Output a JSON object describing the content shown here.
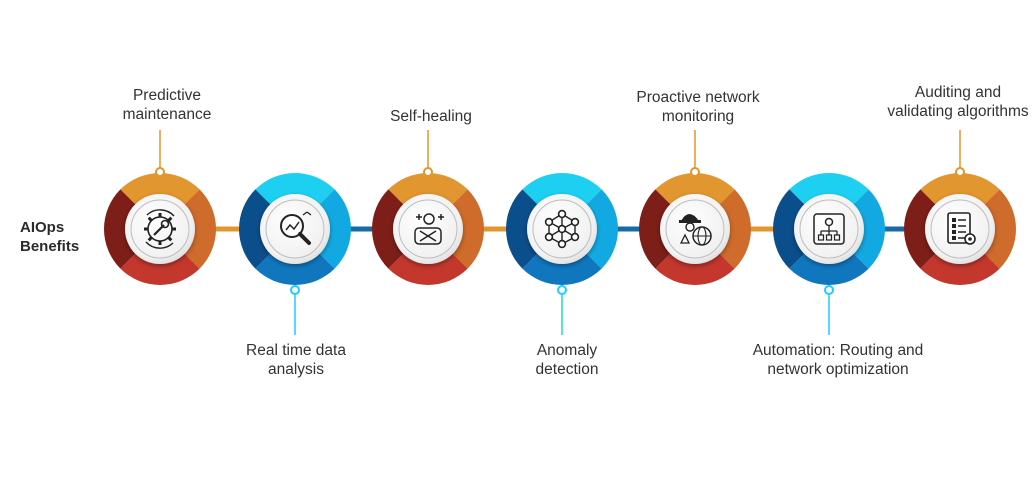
{
  "title": [
    "AIOps",
    "Benefits"
  ],
  "colors": {
    "warm_top": "#E1962F",
    "warm_right": "#CF6B2B",
    "warm_bottom": "#C3372D",
    "warm_left": "#7D1E18",
    "cool_top": "#1DD0F2",
    "cool_right": "#12A9E2",
    "cool_bottom": "#1077BF",
    "cool_left": "#0B4E8C",
    "connector": "#176AA8"
  },
  "items": [
    {
      "label": [
        "Predictive",
        "maintenance"
      ],
      "position": "top",
      "theme": "warm",
      "icon": "gear-wrench-icon"
    },
    {
      "label": [
        "Real time data",
        "analysis"
      ],
      "position": "bottom",
      "theme": "cool",
      "icon": "magnifier-chart-icon"
    },
    {
      "label": [
        "Self-healing"
      ],
      "position": "top",
      "theme": "warm",
      "icon": "self-healing-icon"
    },
    {
      "label": [
        "Anomaly",
        "detection"
      ],
      "position": "bottom",
      "theme": "cool",
      "icon": "network-nodes-icon"
    },
    {
      "label": [
        "Proactive network",
        "monitoring"
      ],
      "position": "top",
      "theme": "warm",
      "icon": "spy-globe-icon"
    },
    {
      "label": [
        "Automation: Routing and",
        "network optimization"
      ],
      "position": "bottom",
      "theme": "cool",
      "icon": "automation-flow-icon"
    },
    {
      "label": [
        "Auditing and",
        "validating algorithms"
      ],
      "position": "top",
      "theme": "warm",
      "icon": "audit-checklist-icon"
    }
  ]
}
